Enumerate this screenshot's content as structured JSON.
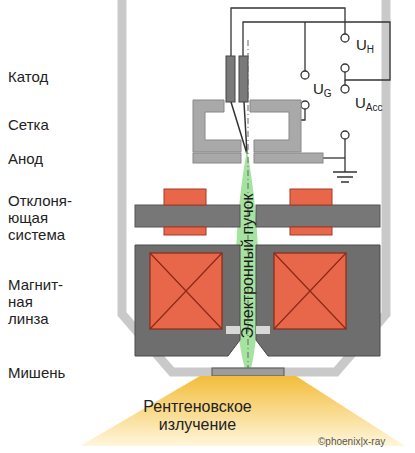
{
  "diagram": {
    "nodes": [
      {
        "text": [
          "Электронный пучок"
        ]
      },
      {
        "text": [
          "Рентгеновское излучение"
        ]
      }
    ],
    "labels": [
      "Катод",
      "Сетка",
      "Анод",
      "Отклоня-ющая система",
      "Магнит-ная линза",
      "Мишень",
      "UH",
      "UG",
      "UAcc",
      "©phoenix|x-ray"
    ]
  }
}
